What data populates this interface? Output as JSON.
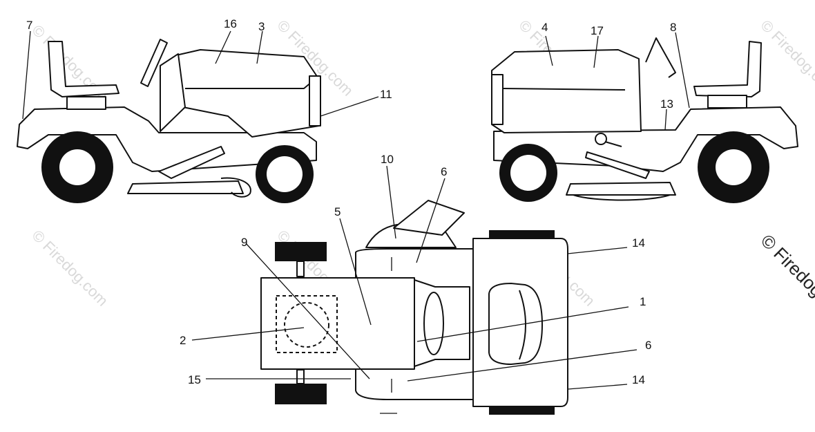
{
  "watermark": {
    "text": "© Firedog.com",
    "corner_text": "© Firedog"
  },
  "callouts": {
    "c1": "1",
    "c2": "2",
    "c3": "3",
    "c4": "4",
    "c5": "5",
    "c6a": "6",
    "c6b": "6",
    "c7": "7",
    "c8": "8",
    "c9": "9",
    "c10": "10",
    "c11": "11",
    "c13": "13",
    "c14a": "14",
    "c14b": "14",
    "c15": "15",
    "c16": "16",
    "c17": "17"
  }
}
